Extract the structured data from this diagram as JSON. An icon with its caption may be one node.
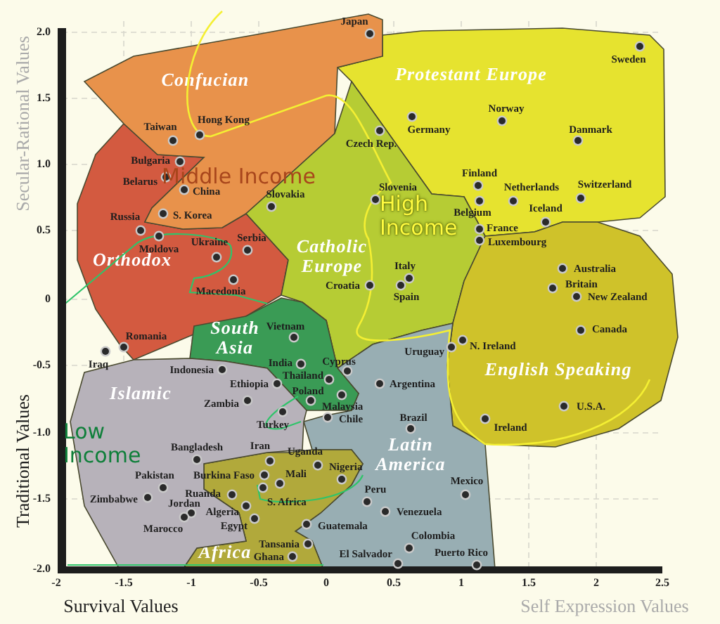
{
  "diagram": {
    "nodes": [
      {
        "text": [
          "Confucian"
        ]
      },
      {
        "text": [
          "Protestant Europe"
        ]
      },
      {
        "text": [
          "Orthodox"
        ]
      },
      {
        "text": [
          "Catholic Europe"
        ]
      },
      {
        "text": [
          "South Asia"
        ]
      },
      {
        "text": [
          "Islamic"
        ]
      },
      {
        "text": [
          "English Speaking"
        ]
      },
      {
        "text": [
          "Latin America"
        ]
      },
      {
        "text": [
          "Africa"
        ]
      }
    ],
    "labels": [
      "Japan",
      "Sweden",
      "Taiwan",
      "Hong Kong",
      "Bulgaria",
      "Belarus",
      "China",
      "Russia",
      "S. Korea",
      "Moldova",
      "Ukraine",
      "Serbia",
      "Macedonia",
      "Slovakia",
      "Germany",
      "Czech Rep.",
      "Norway",
      "Danmark",
      "Slovenia",
      "Finland",
      "Netherlands",
      "Switzerland",
      "Belgium",
      "Iceland",
      "France",
      "Luxembourg",
      "Italy",
      "Croatia",
      "Spain",
      "Australia",
      "Britain",
      "New Zealand",
      "Canada",
      "Romania",
      "Iraq",
      "Vietnam",
      "India",
      "Cyprus",
      "Thailand",
      "Uruguay",
      "N. Ireland",
      "Indonesia",
      "Ethiopia",
      "Poland",
      "Malaysia",
      "Argentina",
      "Zambia",
      "Turkey",
      "Chile",
      "U.S.A.",
      "Brazil",
      "Ireland",
      "Bangladesh",
      "Iran",
      "Uganda",
      "Nigeria",
      "Pakistan",
      "Burkina Faso",
      "Mali",
      "Zimbabwe",
      "Ruanda",
      "Mexico",
      "S. Africa",
      "Peru",
      "Jordan",
      "Algeria",
      "Venezuela",
      "Marocco",
      "Egypt",
      "Guatemala",
      "Tansania",
      "Colombia",
      "Ghana",
      "El Salvador",
      "Puerto Rico",
      "Middle Income",
      "High Income",
      "Low Income",
      "2.0",
      "1.5",
      "1.0",
      "0.5",
      "0",
      "-0.5",
      "-1.0",
      "-1.5",
      "-2.0",
      "-2",
      "-1.5",
      "-1",
      "-0.5",
      "0",
      "0.5",
      "1",
      "1.5",
      "2",
      "2.5",
      "Secular-Rational Values",
      "Traditional Values",
      "Survival Values",
      "Self Expression Values"
    ]
  }
}
